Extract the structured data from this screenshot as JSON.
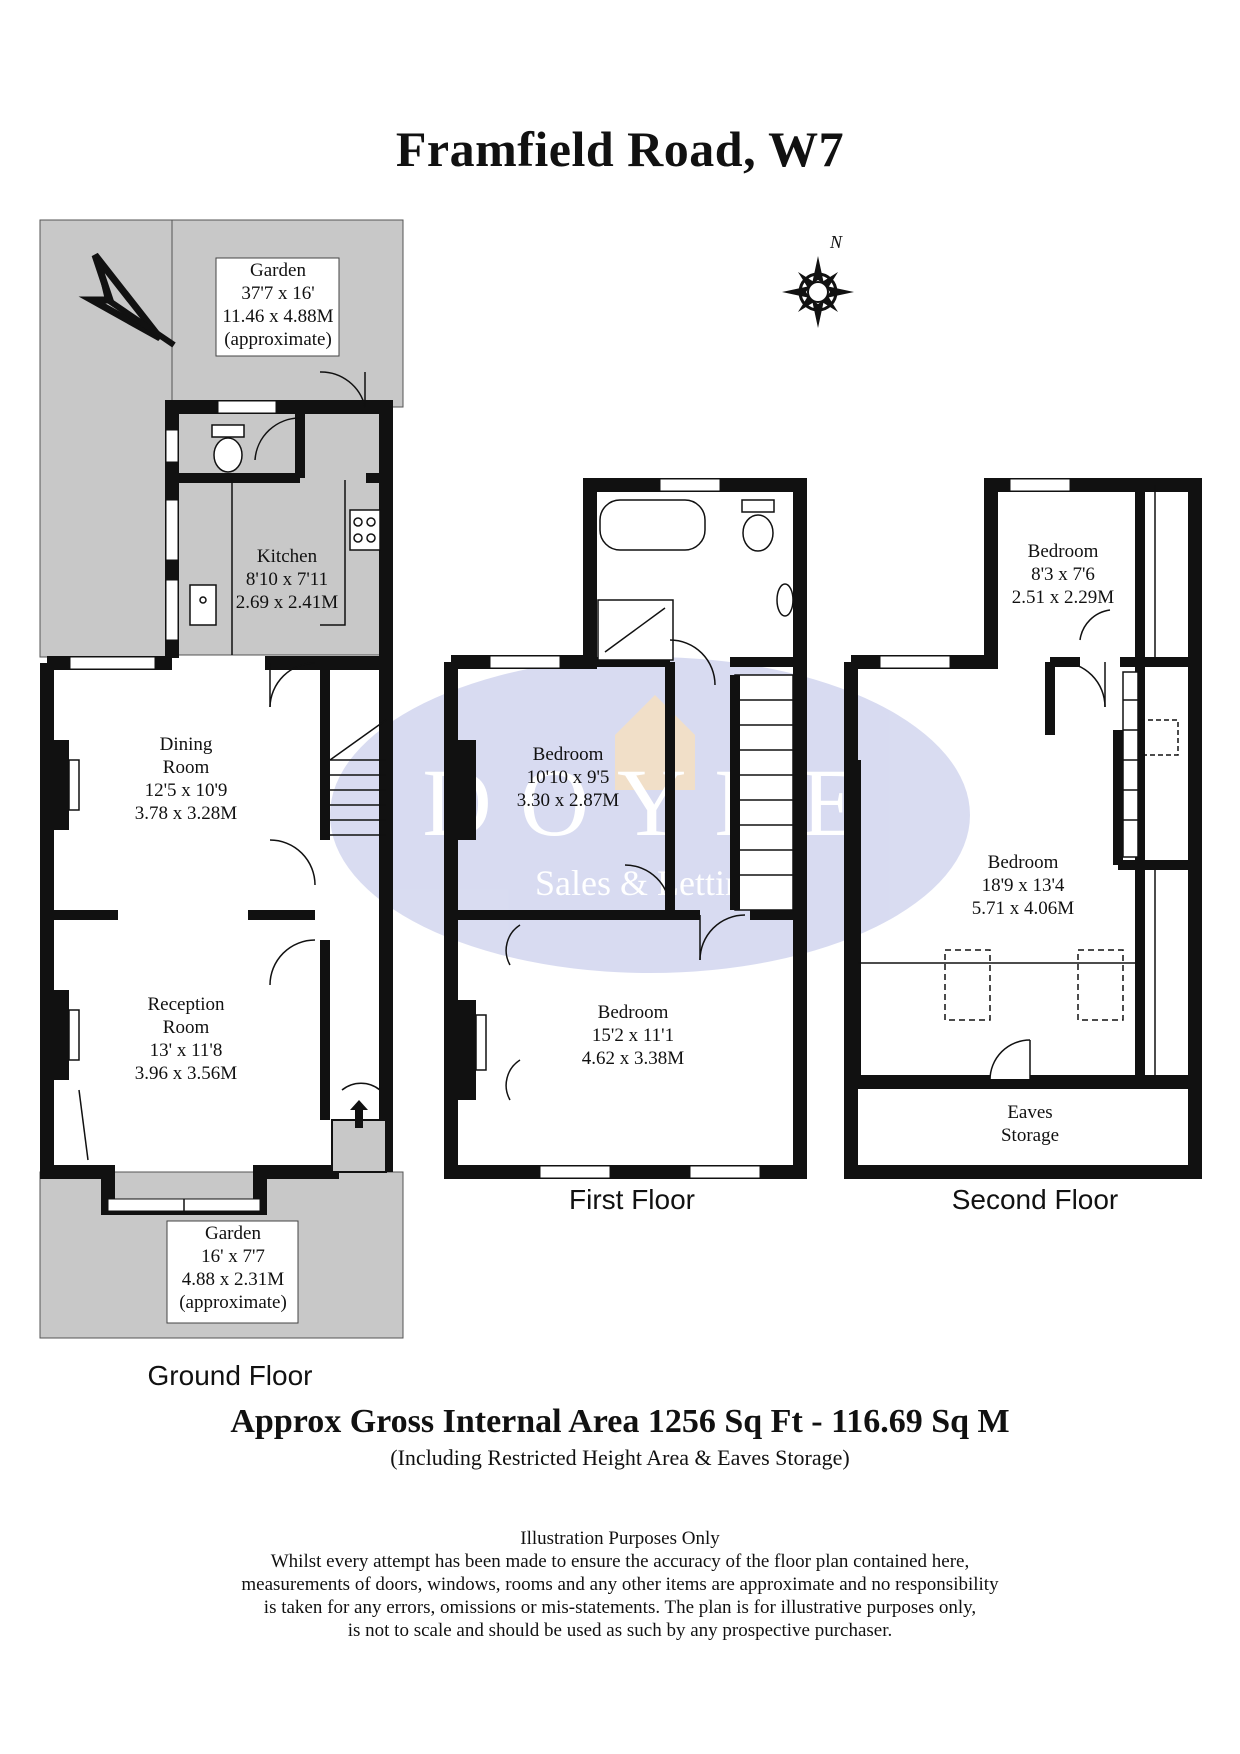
{
  "title": "Framfield Road, W7",
  "compass": {
    "label": "N"
  },
  "watermark": {
    "brand": "DOYLE",
    "tagline": "Sales & Lettings"
  },
  "floors": {
    "ground": {
      "label": "Ground Floor",
      "garden_rear": {
        "name": "Garden",
        "imperial": "37'7 x 16'",
        "metric": "11.46 x 4.88M",
        "note": "(approximate)"
      },
      "kitchen": {
        "name": "Kitchen",
        "imperial": "8'10 x 7'11",
        "metric": "2.69 x 2.41M"
      },
      "dining": {
        "name_1": "Dining",
        "name_2": "Room",
        "imperial": "12'5 x 10'9",
        "metric": "3.78 x 3.28M"
      },
      "reception": {
        "name_1": "Reception",
        "name_2": "Room",
        "imperial": "13' x 11'8",
        "metric": "3.96 x 3.56M"
      },
      "garden_front": {
        "name": "Garden",
        "imperial": "16' x 7'7",
        "metric": "4.88 x 2.31M",
        "note": "(approximate)"
      }
    },
    "first": {
      "label": "First Floor",
      "bedroom_rear": {
        "name": "Bedroom",
        "imperial": "10'10 x 9'5",
        "metric": "3.30 x 2.87M"
      },
      "bedroom_front": {
        "name": "Bedroom",
        "imperial": "15'2 x 11'1",
        "metric": "4.62 x 3.38M"
      }
    },
    "second": {
      "label": "Second Floor",
      "bedroom_small": {
        "name": "Bedroom",
        "imperial": "8'3 x 7'6",
        "metric": "2.51 x 2.29M"
      },
      "bedroom_main": {
        "name": "Bedroom",
        "imperial": "18'9 x 13'4",
        "metric": "5.71 x 4.06M"
      },
      "eaves": {
        "name_1": "Eaves",
        "name_2": "Storage"
      }
    }
  },
  "area": {
    "text": "Approx Gross Internal Area  1256 Sq Ft  - 116.69 Sq M",
    "note": "(Including Restricted Height Area & Eaves Storage)"
  },
  "disclaimer": {
    "heading": "Illustration Purposes Only",
    "lines": [
      "Whilst every attempt has been made to ensure the accuracy of the floor plan contained here,",
      "measurements of doors, windows, rooms and any other items are approximate and no responsibility",
      "is taken for any errors, omissions or mis-statements. The plan is for illustrative purposes only,",
      "is not to scale and should be used as such by any prospective purchaser."
    ]
  }
}
